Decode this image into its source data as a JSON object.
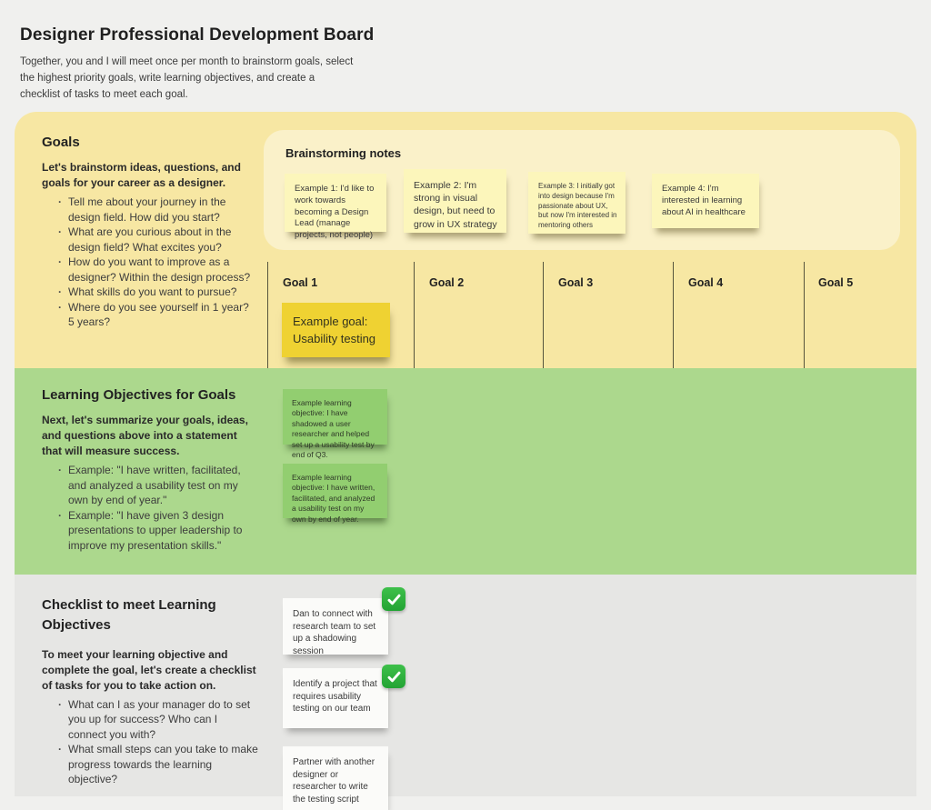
{
  "page": {
    "title": "Designer Professional Development Board",
    "intro": "Together, you and I will meet once per month to brainstorm goals, select the highest priority goals, write learning objectives, and create a checklist of tasks to meet each goal."
  },
  "colors": {
    "page_background": "#F0F0EE",
    "goals_section": "#F7E7A3",
    "brainstorm_panel": "#FAF1C9",
    "sticky_yellow": "#FCF6BB",
    "sticky_goal_yellow": "#EFD232",
    "objectives_section": "#ACD88D",
    "sticky_green": "#92CE70",
    "checklist_section": "#E6E6E4",
    "sticky_white": "#FBFBF9",
    "check_green": "#23A334"
  },
  "goals_section": {
    "heading": "Goals",
    "lead": "Let's brainstorm ideas, questions, and goals for your career as a designer.",
    "bullets": [
      "Tell me about your journey in the design field. How did you start?",
      "What are you curious about in the design field? What excites you?",
      "How do you want to improve as a designer? Within the design process?",
      "What skills do you want to pursue?",
      "Where do you see yourself in 1 year? 5 years?"
    ],
    "brainstorming": {
      "heading": "Brainstorming notes",
      "notes": [
        "Example 1: I'd like to work towards becoming a Design Lead (manage projects, not people)",
        "Example 2: I'm strong in visual design, but need to grow in UX strategy",
        "Example 3: I initially got into design because I'm passionate about UX, but now I'm interested in mentoring others",
        "Example 4: I'm interested in learning about AI in healthcare"
      ]
    },
    "columns": [
      "Goal 1",
      "Goal 2",
      "Goal 3",
      "Goal 4",
      "Goal 5"
    ],
    "example_goal": "Example goal:\nUsability testing"
  },
  "objectives_section": {
    "heading": "Learning Objectives for Goals",
    "lead": "Next, let's summarize your goals, ideas, and questions above into a statement that will measure success.",
    "bullets": [
      "Example: \"I have written, facilitated, and analyzed a usability test on my own by end of year.\"",
      "Example: \"I have given 3 design presentations to upper leadership to improve my presentation skills.\""
    ],
    "notes": [
      "Example learning objective: I have shadowed a user researcher and helped set up a usability test by end of Q3.",
      "Example learning objective: I have written, facilitated, and analyzed a usability test on my own by end of year."
    ]
  },
  "checklist_section": {
    "heading": "Checklist to meet Learning Objectives",
    "lead": "To meet your learning objective and complete the goal, let's create a checklist of tasks for you to take action on.",
    "bullets": [
      "What can I as your manager do to set you up for success? Who can I connect you with?",
      "What small steps can you take to make progress towards the learning objective?"
    ],
    "tasks": [
      {
        "text": "Dan to connect with research team to set up a shadowing session",
        "done": true
      },
      {
        "text": "Identify a project that requires usability testing on our team",
        "done": true
      },
      {
        "text": "Partner with another designer or researcher to write the testing script",
        "done": false
      }
    ]
  }
}
